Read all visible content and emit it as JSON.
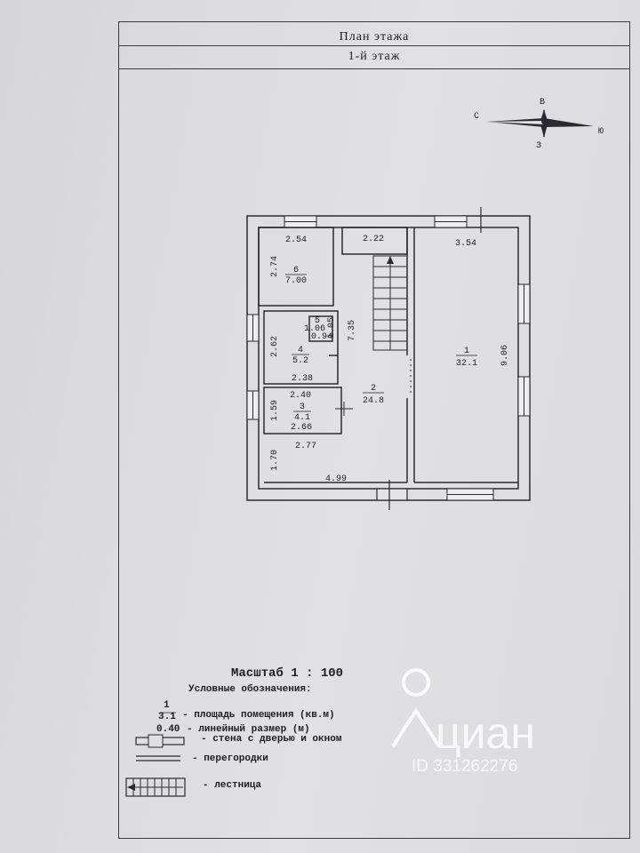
{
  "header": {
    "title": "План  этажа",
    "floor": "1-й этаж"
  },
  "compass": {
    "n": "В",
    "w": "С",
    "s": "З",
    "e": "Ю"
  },
  "rooms": [
    {
      "num": "1",
      "area": "32.1"
    },
    {
      "num": "2",
      "area": "24.8"
    },
    {
      "num": "3",
      "area": "4.1"
    },
    {
      "num": "4",
      "area": "5.2"
    },
    {
      "num": "5",
      "area": "1.06"
    },
    {
      "num": "6",
      "area": "7.00"
    }
  ],
  "dimensions": [
    "2.54",
    "2.74",
    "2.22",
    "3.54",
    "9.06",
    "7.35",
    "0.94",
    "1.05",
    "2.62",
    "2.38",
    "2.40",
    "1.59",
    "2.66",
    "2.77",
    "1.70",
    "4.99"
  ],
  "legend": {
    "scale": "Масштаб 1 : 100",
    "heading": "Условные обозначения:",
    "sample_num": "1",
    "sample_area": "3.1",
    "area_text": "-  площадь помещения (кв.м)",
    "size_value": "0.40",
    "size_text": "-  линейный размер (м)",
    "wall_text": "-  стена с дверью и окном",
    "partition_text": "-  перегородки",
    "stairs_text": "-  лестница"
  },
  "watermark": {
    "brand": "циан",
    "id": "ID 331262276"
  }
}
